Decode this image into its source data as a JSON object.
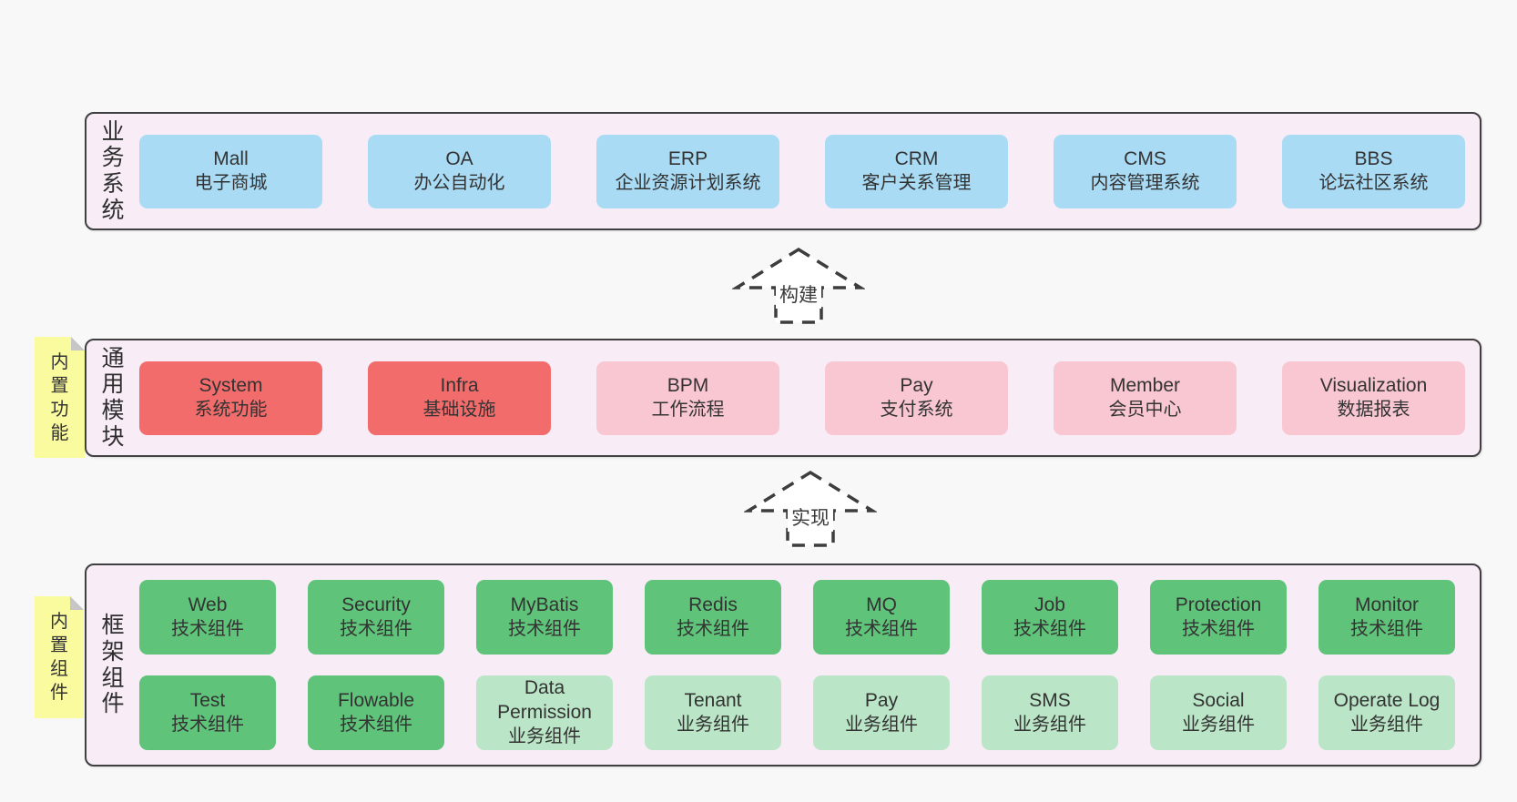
{
  "colors": {
    "blue": "#a9dbf5",
    "red": "#f26c6c",
    "pink": "#f9c7d2",
    "green": "#5fc47a",
    "green_light": "#bae5c6",
    "sticky_yellow": "#fafa9e",
    "row_background": "#f8edf7",
    "row_border": "#3f3f3f",
    "page_background": "#f8f8f8"
  },
  "rows": [
    {
      "label": "业务系统",
      "boxes": [
        {
          "title": "Mall",
          "subtitle": "电子商城",
          "variant": "blue"
        },
        {
          "title": "OA",
          "subtitle": "办公自动化",
          "variant": "blue"
        },
        {
          "title": "ERP",
          "subtitle": "企业资源计划系统",
          "variant": "blue"
        },
        {
          "title": "CRM",
          "subtitle": "客户关系管理",
          "variant": "blue"
        },
        {
          "title": "CMS",
          "subtitle": "内容管理系统",
          "variant": "blue"
        },
        {
          "title": "BBS",
          "subtitle": "论坛社区系统",
          "variant": "blue"
        }
      ]
    },
    {
      "label": "通用模块",
      "sticky": "内置功能",
      "boxes": [
        {
          "title": "System",
          "subtitle": "系统功能",
          "variant": "red"
        },
        {
          "title": "Infra",
          "subtitle": "基础设施",
          "variant": "red"
        },
        {
          "title": "BPM",
          "subtitle": "工作流程",
          "variant": "pink"
        },
        {
          "title": "Pay",
          "subtitle": "支付系统",
          "variant": "pink"
        },
        {
          "title": "Member",
          "subtitle": "会员中心",
          "variant": "pink"
        },
        {
          "title": "Visualization",
          "subtitle": "数据报表",
          "variant": "pink"
        }
      ]
    },
    {
      "label": "框架组件",
      "sticky": "内置组件",
      "boxes": [
        {
          "title": "Web",
          "subtitle": "技术组件",
          "variant": "green"
        },
        {
          "title": "Security",
          "subtitle": "技术组件",
          "variant": "green"
        },
        {
          "title": "MyBatis",
          "subtitle": "技术组件",
          "variant": "green"
        },
        {
          "title": "Redis",
          "subtitle": "技术组件",
          "variant": "green"
        },
        {
          "title": "MQ",
          "subtitle": "技术组件",
          "variant": "green"
        },
        {
          "title": "Job",
          "subtitle": "技术组件",
          "variant": "green"
        },
        {
          "title": "Protection",
          "subtitle": "技术组件",
          "variant": "green"
        },
        {
          "title": "Monitor",
          "subtitle": "技术组件",
          "variant": "green"
        },
        {
          "title": "Test",
          "subtitle": "技术组件",
          "variant": "green"
        },
        {
          "title": "Flowable",
          "subtitle": "技术组件",
          "variant": "green"
        },
        {
          "title": "Data Permission",
          "subtitle": "业务组件",
          "variant": "green_light"
        },
        {
          "title": "Tenant",
          "subtitle": "业务组件",
          "variant": "green_light"
        },
        {
          "title": "Pay",
          "subtitle": "业务组件",
          "variant": "green_light"
        },
        {
          "title": "SMS",
          "subtitle": "业务组件",
          "variant": "green_light"
        },
        {
          "title": "Social",
          "subtitle": "业务组件",
          "variant": "green_light"
        },
        {
          "title": "Operate Log",
          "subtitle": "业务组件",
          "variant": "green_light"
        }
      ]
    }
  ],
  "arrows": [
    {
      "label": "构建"
    },
    {
      "label": "实现"
    }
  ]
}
